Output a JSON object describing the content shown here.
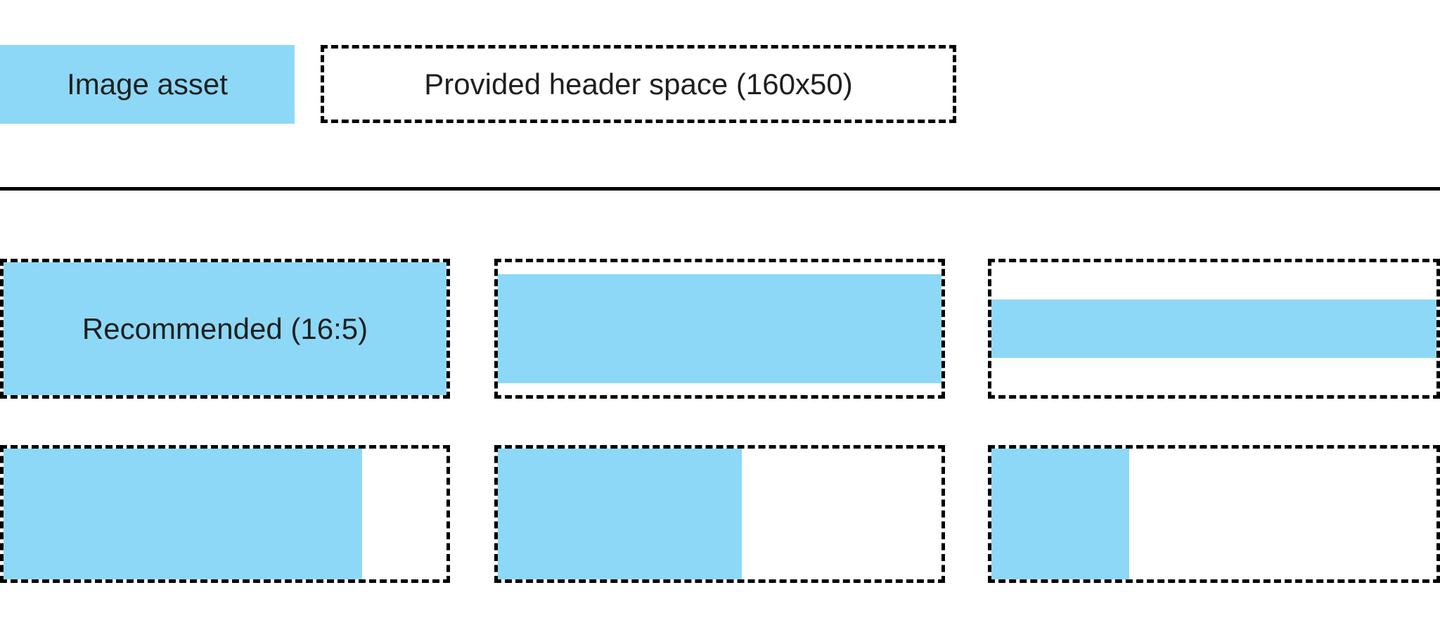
{
  "colors": {
    "image_asset_blue": "#8DD8F7",
    "outline": "#000000",
    "text": "#1f1f1f",
    "background": "#ffffff"
  },
  "legend": {
    "image_asset_label": "Image asset",
    "header_space_label": "Provided header space (160x50)"
  },
  "examples": {
    "description": "Six header-space boxes showing how image assets of different aspect ratios fit the provided 160x50 space",
    "cells": [
      {
        "id": "recommended-16-5",
        "row": 0,
        "col": 0,
        "label": "Recommended (16:5)",
        "asset_width_pct": 100,
        "asset_height_pct": 100,
        "h_align": "center",
        "v_align": "center"
      },
      {
        "id": "wide-letterboxed",
        "row": 0,
        "col": 1,
        "label": "",
        "asset_width_pct": 100,
        "asset_height_pct": 82,
        "h_align": "center",
        "v_align": "center"
      },
      {
        "id": "widest-letterboxed",
        "row": 0,
        "col": 2,
        "label": "",
        "asset_width_pct": 100,
        "asset_height_pct": 44,
        "h_align": "center",
        "v_align": "center"
      },
      {
        "id": "tall-right-gap-small",
        "row": 1,
        "col": 0,
        "label": "",
        "asset_width_pct": 81,
        "asset_height_pct": 100,
        "h_align": "left",
        "v_align": "center"
      },
      {
        "id": "taller-right-gap-medium",
        "row": 1,
        "col": 1,
        "label": "",
        "asset_width_pct": 55,
        "asset_height_pct": 100,
        "h_align": "left",
        "v_align": "center"
      },
      {
        "id": "tallest-right-gap-large",
        "row": 1,
        "col": 2,
        "label": "",
        "asset_width_pct": 31,
        "asset_height_pct": 100,
        "h_align": "left",
        "v_align": "center"
      }
    ]
  }
}
